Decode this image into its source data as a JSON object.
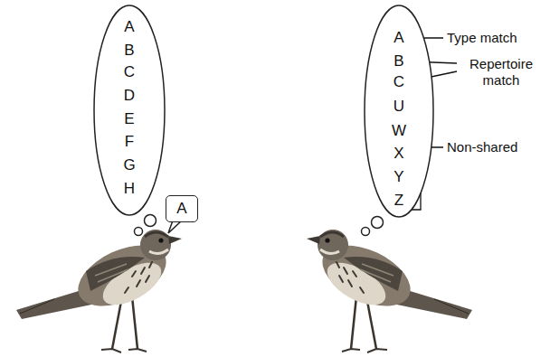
{
  "diagram": {
    "nodes": [
      {
        "text": [
          "A",
          "B",
          "C",
          "D",
          "E",
          "F",
          "G",
          "H"
        ]
      },
      {
        "text": [
          "A",
          "B",
          "C",
          "U",
          "W",
          "X",
          "Y",
          "Z"
        ]
      },
      {
        "text": [
          "A"
        ]
      }
    ],
    "labels": [
      "Type match",
      "Repertoire match",
      "Non-shared"
    ]
  }
}
